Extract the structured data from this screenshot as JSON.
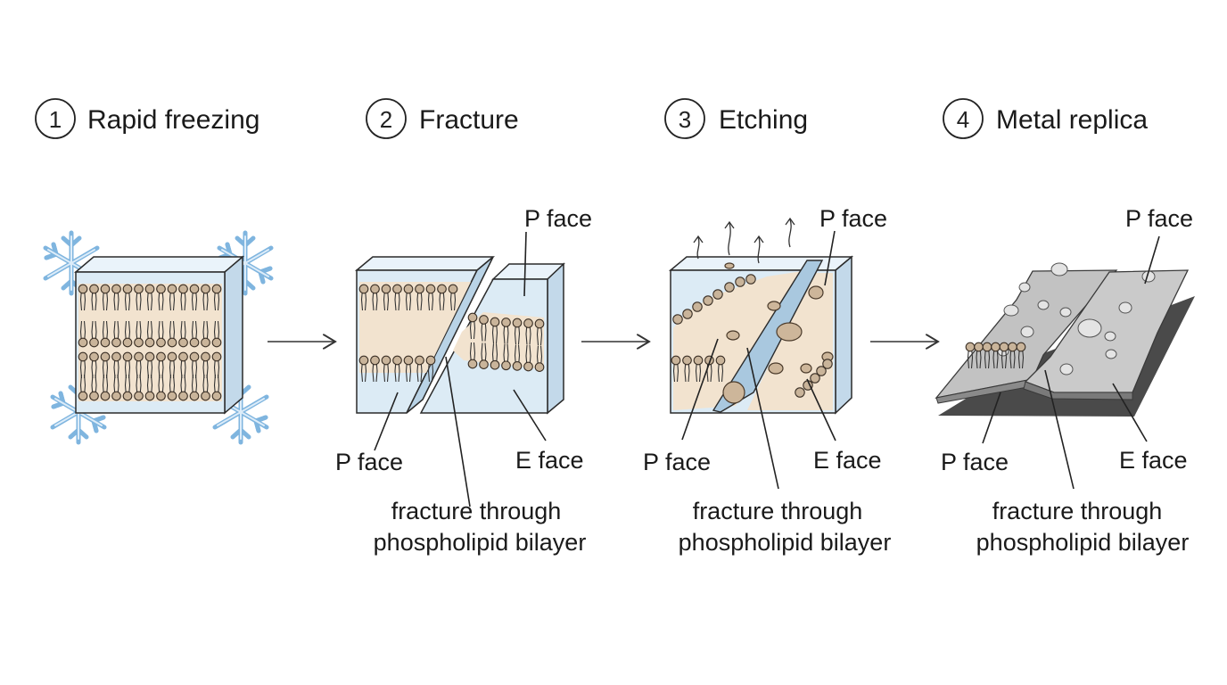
{
  "colors": {
    "ice_fill": "#dcebf5",
    "ice_side": "#c3d9ea",
    "outline": "#2b2b2b",
    "snowflake": "#7fb5df",
    "bilayer_fill": "#f2e3cf",
    "lipid_head": "#c9b49a",
    "metal_light": "#bdbdbd",
    "metal_dark": "#5e5e5e",
    "shadow": "#4a4a4a"
  },
  "steps": [
    {
      "number": "1",
      "title": "Rapid freezing",
      "labels": {}
    },
    {
      "number": "2",
      "title": "Fracture",
      "labels": {
        "p_face_top": "P face",
        "p_face_bottom": "P face",
        "e_face": "E face",
        "caption_line1": "fracture through",
        "caption_line2": "phospholipid bilayer"
      }
    },
    {
      "number": "3",
      "title": "Etching",
      "labels": {
        "p_face_top": "P face",
        "p_face_bottom": "P face",
        "e_face": "E face",
        "caption_line1": "fracture through",
        "caption_line2": "phospholipid bilayer"
      }
    },
    {
      "number": "4",
      "title": "Metal replica",
      "labels": {
        "p_face_top": "P face",
        "p_face_bottom": "P face",
        "e_face": "E face",
        "caption_line1": "fracture through",
        "caption_line2": "phospholipid bilayer"
      }
    }
  ]
}
